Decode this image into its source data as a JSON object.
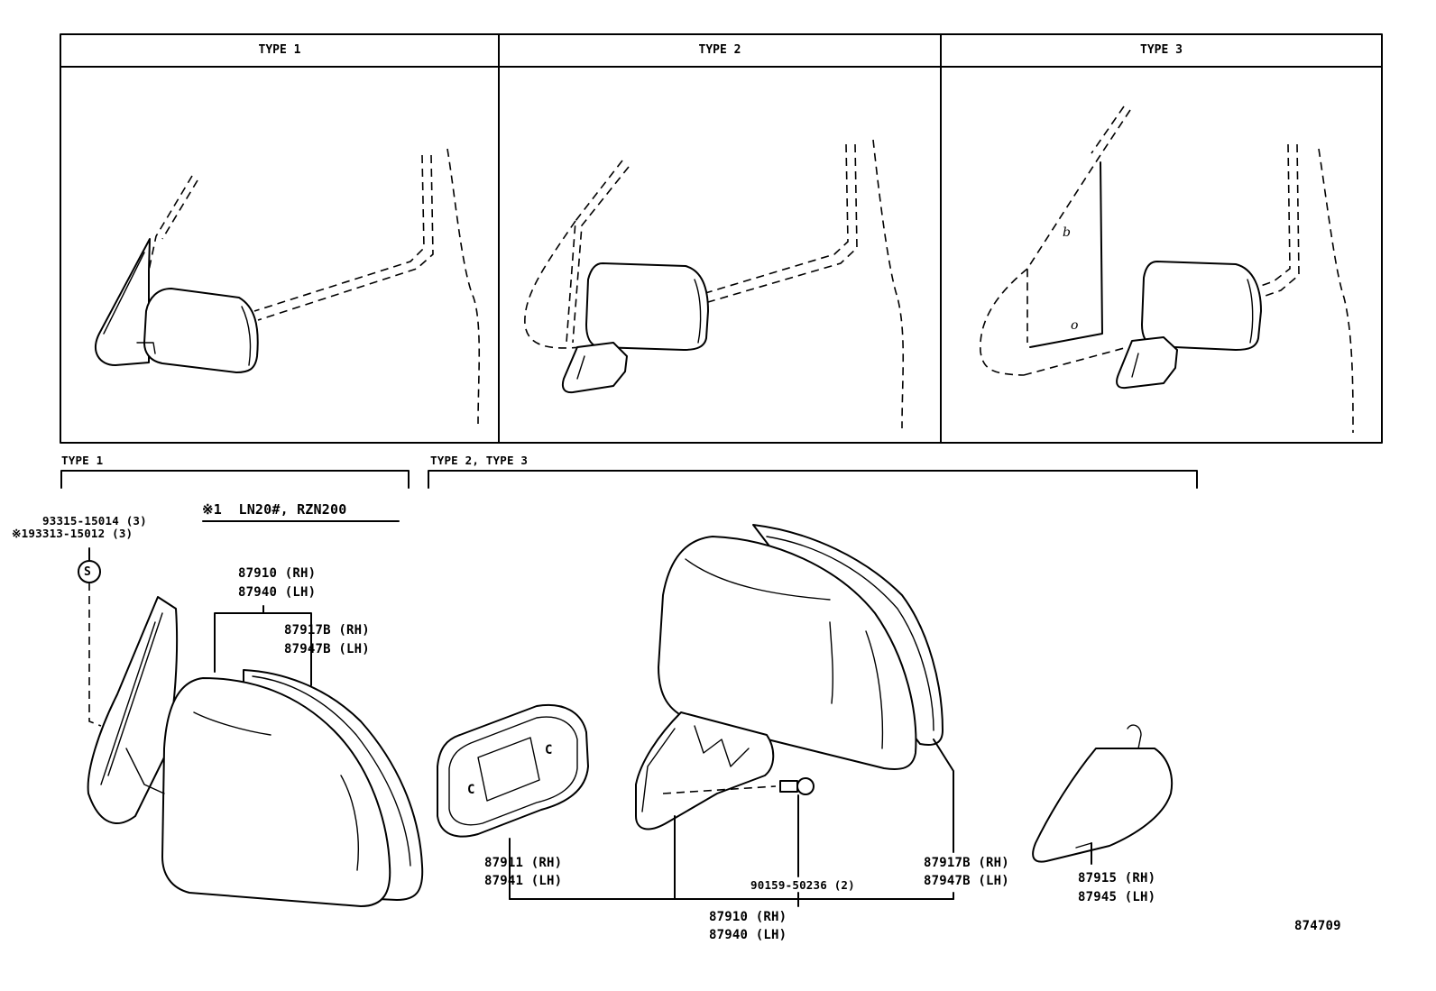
{
  "panels": [
    {
      "header": "TYPE 1"
    },
    {
      "header": "TYPE 2"
    },
    {
      "header": "TYPE 3"
    }
  ],
  "sections": {
    "type1": "TYPE 1",
    "type23": "TYPE 2, TYPE 3"
  },
  "note": "※1  LN20#, RZN200",
  "callouts": {
    "screw_a": "93315-15014 (3)",
    "screw_b": "※193313-15012 (3)",
    "screw_symbol": "S",
    "t1_mirror_rh": "87910 (RH)",
    "t1_mirror_lh": "87940 (LH)",
    "t1_glass_rh": "87917B (RH)",
    "t1_glass_lh": "87947B (LH)",
    "base_rh": "87911 (RH)",
    "base_lh": "87941 (LH)",
    "screw_c": "90159-50236 (2)",
    "t23_glass_rh": "87917B (RH)",
    "t23_glass_lh": "87947B (LH)",
    "cover_rh": "87915 (RH)",
    "cover_lh": "87945 (LH)",
    "t23_mirror_rh": "87910 (RH)",
    "t23_mirror_lh": "87940 (LH)"
  },
  "figure_number": "874709"
}
